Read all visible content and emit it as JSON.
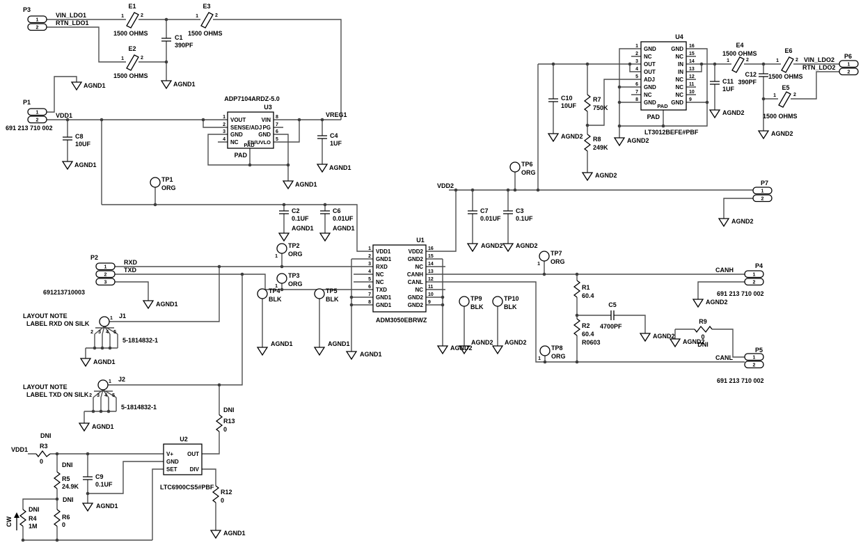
{
  "shared": {
    "agnd1": "AGND1",
    "agnd2": "AGND2",
    "bead_value": "1500 OHMS",
    "pad": "PAD",
    "cw": "CW",
    "layout_note": "LAYOUT NOTE",
    "jumper_pn": "5-1814832-1",
    "conn_pn": "691 213 710 002",
    "p2_pn": "691213710003",
    "n1": "1",
    "n2": "2",
    "n3": "3",
    "n4": "4",
    "n5": "5"
  },
  "nets": {
    "vin_ldo1": "VIN_LDO1",
    "rtn_ldo1": "RTN_LDO1",
    "vdd1": "VDD1",
    "vreg1": "VREG1",
    "vdd2": "VDD2",
    "canh": "CANH",
    "canl": "CANL",
    "vin_ldo2": "VIN_LDO2",
    "rtn_ldo2": "RTN_LDO2"
  },
  "notes": {
    "rxd": "LABEL RXD ON SILK",
    "txd": "LABEL TXD ON SILK",
    "dni": "DNI"
  },
  "connectors": {
    "p1": "P1",
    "p2": "P2",
    "p3": "P3",
    "p4": "P4",
    "p5": "P5",
    "p6": "P6",
    "p7": "P7",
    "j1": "J1",
    "j2": "J2"
  },
  "testpoints": {
    "tp1": {
      "ref": "TP1",
      "color": "ORG"
    },
    "tp2": {
      "ref": "TP2",
      "color": "ORG",
      "pin": "1"
    },
    "tp3": {
      "ref": "TP3",
      "color": "ORG",
      "pin": "1"
    },
    "tp4": {
      "ref": "TP4",
      "color": "BLK"
    },
    "tp5": {
      "ref": "TP5",
      "color": "BLK"
    },
    "tp6": {
      "ref": "TP6",
      "color": "ORG"
    },
    "tp7": {
      "ref": "TP7",
      "color": "ORG",
      "pin": "1"
    },
    "tp8": {
      "ref": "TP8",
      "color": "ORG",
      "pin": "1"
    },
    "tp9": {
      "ref": "TP9",
      "color": "BLK"
    },
    "tp10": {
      "ref": "TP10",
      "color": "BLK"
    }
  },
  "parts": {
    "e1": {
      "ref": "E1"
    },
    "e2": {
      "ref": "E2"
    },
    "e3": {
      "ref": "E3"
    },
    "e4": {
      "ref": "E4"
    },
    "e5": {
      "ref": "E5"
    },
    "e6": {
      "ref": "E6"
    },
    "c1": {
      "ref": "C1",
      "value": "390PF"
    },
    "c2": {
      "ref": "C2",
      "value": "0.1UF"
    },
    "c3": {
      "ref": "C3",
      "value": "0.1UF"
    },
    "c4": {
      "ref": "C4",
      "value": "1UF"
    },
    "c5": {
      "ref": "C5",
      "value": "4700PF"
    },
    "c6": {
      "ref": "C6",
      "value": "0.01UF"
    },
    "c7": {
      "ref": "C7",
      "value": "0.01UF"
    },
    "c8": {
      "ref": "C8",
      "value": "10UF"
    },
    "c9": {
      "ref": "C9",
      "value": "0.1UF"
    },
    "c10": {
      "ref": "C10",
      "value": "10UF"
    },
    "c11": {
      "ref": "C11",
      "value": "1UF"
    },
    "c12": {
      "ref": "C12",
      "value": "390PF"
    },
    "r1": {
      "ref": "R1",
      "value": "60.4"
    },
    "r2": {
      "ref": "R2",
      "value": "60.4",
      "footprint": "R0603"
    },
    "r3": {
      "ref": "R3",
      "value": "0"
    },
    "r4": {
      "ref": "R4",
      "value": "1M"
    },
    "r5": {
      "ref": "R5",
      "value": "24.9K"
    },
    "r6": {
      "ref": "R6",
      "value": "0"
    },
    "r7": {
      "ref": "R7",
      "value": "750K"
    },
    "r8": {
      "ref": "R8",
      "value": "249K"
    },
    "r9": {
      "ref": "R9",
      "value": "0"
    },
    "r12": {
      "ref": "R12",
      "value": "0"
    },
    "r13": {
      "ref": "R13",
      "value": "0"
    }
  },
  "ics": {
    "u1": {
      "ref": "U1",
      "part": "ADM3050EBRWZ",
      "l": [
        {
          "n": "1",
          "nm": "VDD1"
        },
        {
          "n": "2",
          "nm": "GND1"
        },
        {
          "n": "3",
          "nm": "RXD"
        },
        {
          "n": "4",
          "nm": "NC"
        },
        {
          "n": "5",
          "nm": "NC"
        },
        {
          "n": "6",
          "nm": "TXD"
        },
        {
          "n": "7",
          "nm": "GND1"
        },
        {
          "n": "8",
          "nm": "GND1"
        }
      ],
      "r": [
        {
          "n": "16",
          "nm": "VDD2"
        },
        {
          "n": "15",
          "nm": "GND2"
        },
        {
          "n": "14",
          "nm": "NC"
        },
        {
          "n": "13",
          "nm": "CANH"
        },
        {
          "n": "12",
          "nm": "CANL"
        },
        {
          "n": "11",
          "nm": "NC"
        },
        {
          "n": "10",
          "nm": "GND2"
        },
        {
          "n": "9",
          "nm": "GND2"
        }
      ]
    },
    "u2": {
      "ref": "U2",
      "part": "LTC6900CS5#PBF",
      "l": [
        {
          "nm": "V+"
        },
        {
          "nm": "GND"
        },
        {
          "nm": "SET"
        }
      ],
      "r": [
        {
          "nm": "OUT"
        },
        {
          "nm": "DIV"
        }
      ]
    },
    "u3": {
      "ref": "U3",
      "part": "ADP7104ARDZ-5.0",
      "l": [
        {
          "n": "1",
          "nm": "VOUT"
        },
        {
          "n": "2",
          "nm": "SENSE/ADJ"
        },
        {
          "n": "3",
          "nm": "GND"
        },
        {
          "n": "4",
          "nm": "NC"
        }
      ],
      "r": [
        {
          "n": "8",
          "nm": "VIN"
        },
        {
          "n": "7",
          "nm": "PG"
        },
        {
          "n": "6",
          "nm": "GND"
        },
        {
          "n": "5",
          "nm": "EN/UVLO"
        }
      ]
    },
    "u4": {
      "ref": "U4",
      "part": "LT3012BEFE#PBF",
      "l": [
        {
          "n": "1",
          "nm": "GND"
        },
        {
          "n": "2",
          "nm": "NC"
        },
        {
          "n": "3",
          "nm": "OUT"
        },
        {
          "n": "4",
          "nm": "OUT"
        },
        {
          "n": "5",
          "nm": "ADJ"
        },
        {
          "n": "6",
          "nm": "GND"
        },
        {
          "n": "7",
          "nm": "NC"
        },
        {
          "n": "8",
          "nm": "GND"
        }
      ],
      "r": [
        {
          "n": "16",
          "nm": "GND"
        },
        {
          "n": "15",
          "nm": "NC"
        },
        {
          "n": "14",
          "nm": "IN"
        },
        {
          "n": "13",
          "nm": "IN"
        },
        {
          "n": "12",
          "nm": "NC"
        },
        {
          "n": "11",
          "nm": "NC"
        },
        {
          "n": "10",
          "nm": "NC"
        },
        {
          "n": "9",
          "nm": "GND"
        }
      ]
    }
  }
}
